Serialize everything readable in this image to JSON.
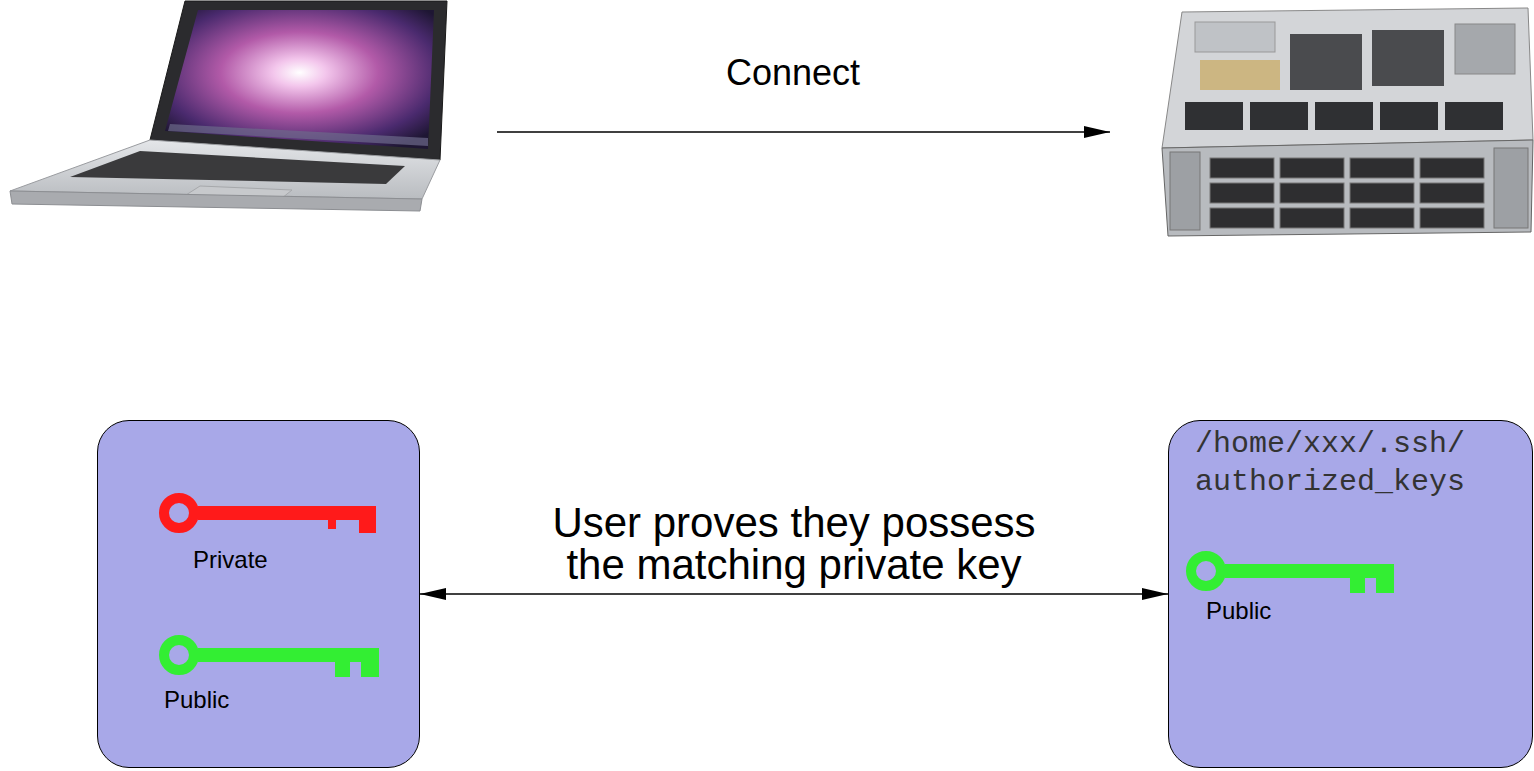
{
  "diagram": {
    "nodes": [
      {
        "text": [
          "Private",
          "Public"
        ]
      },
      {
        "text": [
          "/home/xxx/.ssh/ authorized_keys",
          "Public"
        ]
      }
    ],
    "edges": [
      {
        "from": 0,
        "to": 1,
        "arrow": "both",
        "label": "User proves they possess the matching private key"
      }
    ],
    "labels": [
      "Connect"
    ]
  }
}
